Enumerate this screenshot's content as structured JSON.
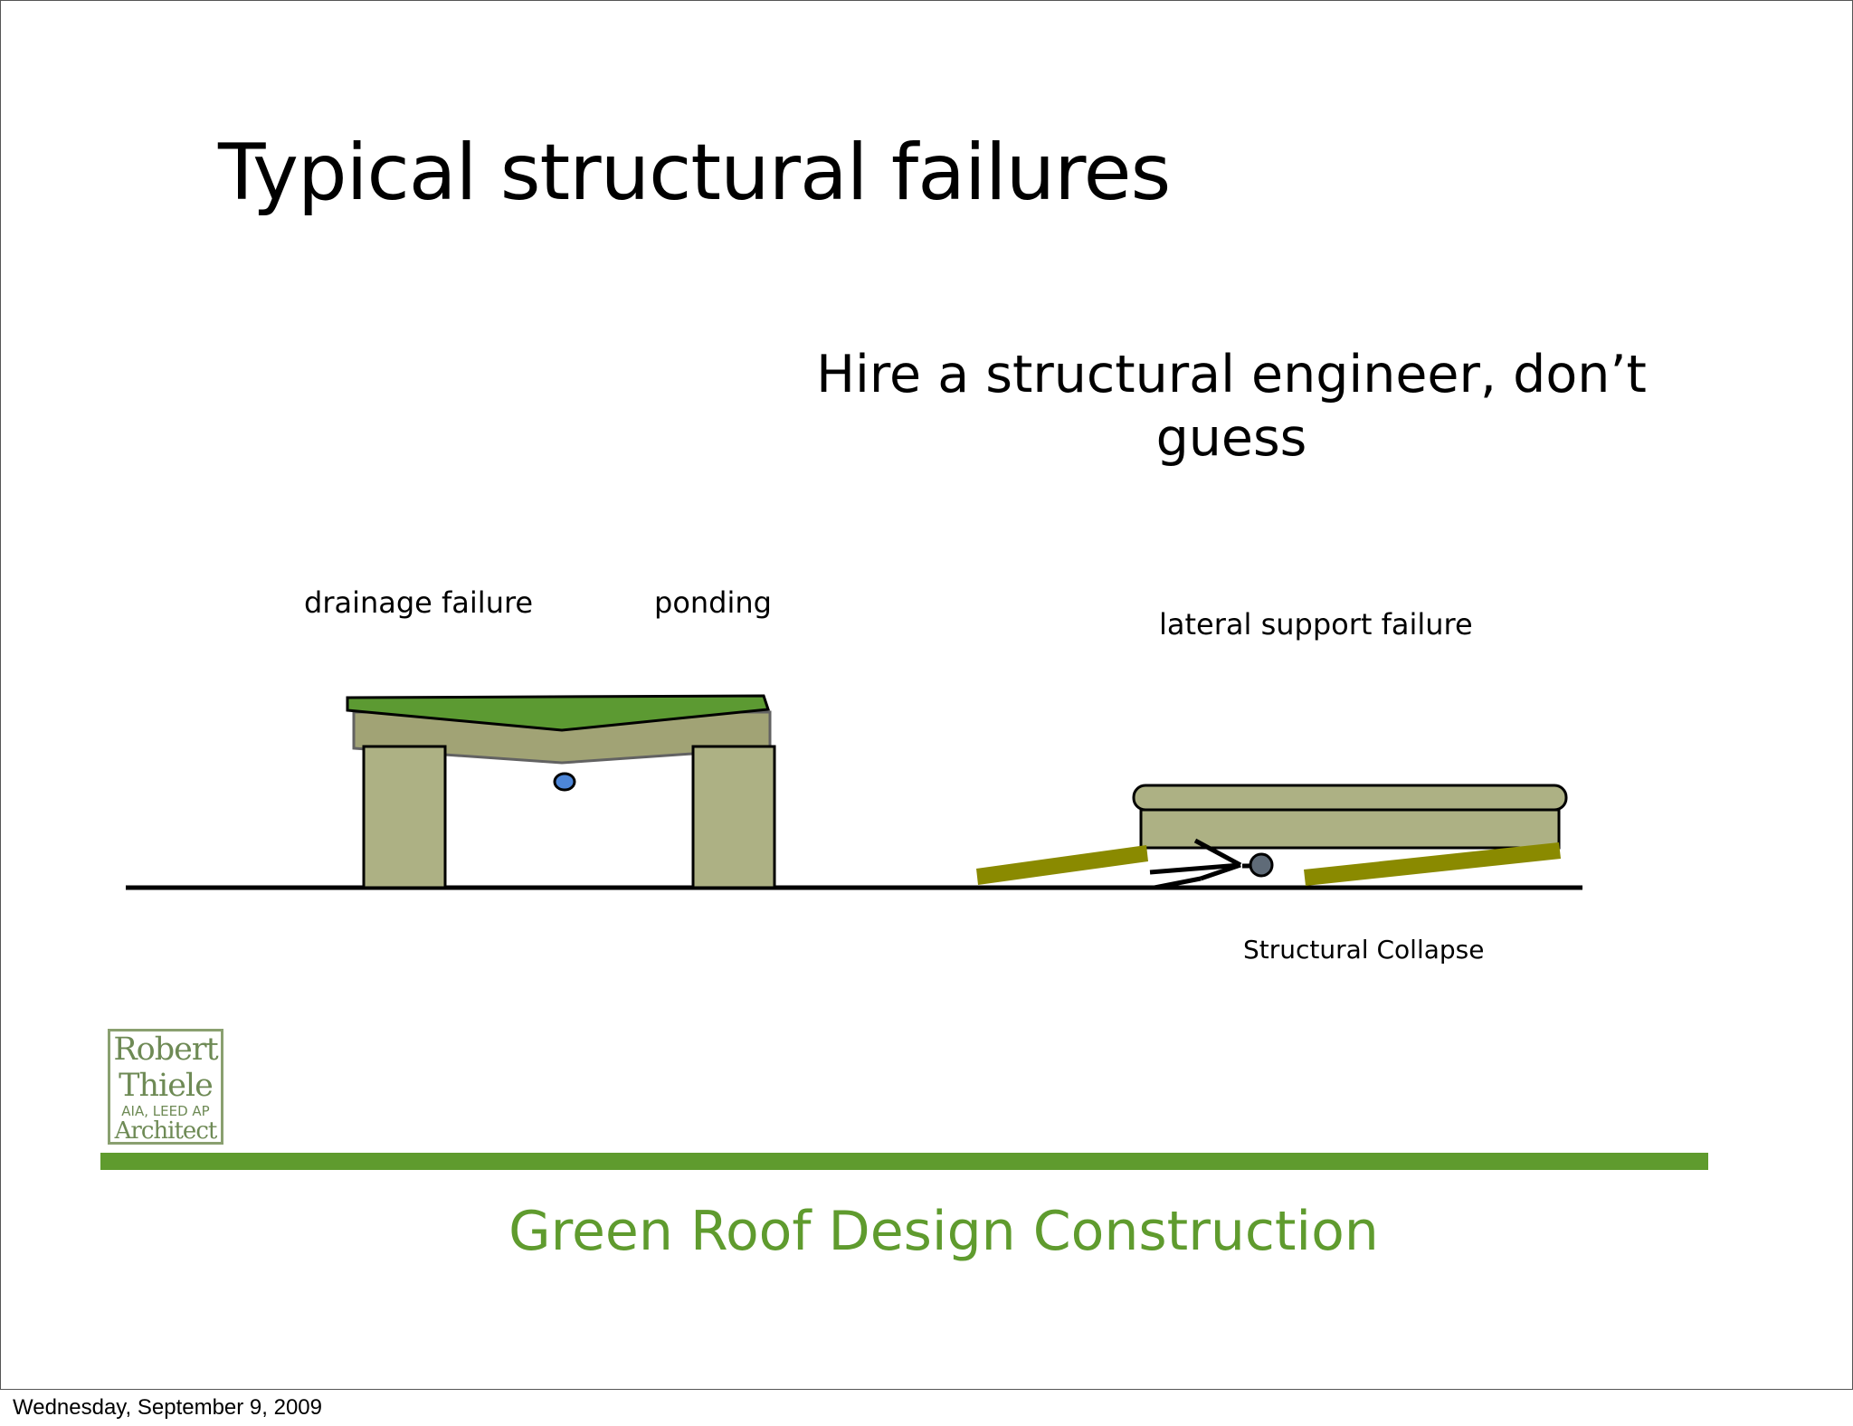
{
  "slide": {
    "title": "Typical structural failures",
    "subtitle": "Hire a structural engineer, don’t guess"
  },
  "diagram": {
    "labels": {
      "drainage": "drainage failure",
      "ponding": "ponding",
      "lateral": "lateral support  failure",
      "collapse": "Structural Collapse"
    },
    "colors": {
      "green_roof": "#5c9a32",
      "deck": "#9a9c6a",
      "post": "#adb184",
      "water": "#4d86d8",
      "brace": "#8a8a00",
      "ground": "#000000",
      "person": "#5f6b78"
    }
  },
  "logo": {
    "line1": "Robert",
    "line2": "Thiele",
    "line3": "AIA, LEED AP",
    "line4": "Architect"
  },
  "footer": {
    "title": "Green Roof Design Construction",
    "accent_color": "#5f9b2e",
    "date": "Wednesday, September 9, 2009"
  }
}
